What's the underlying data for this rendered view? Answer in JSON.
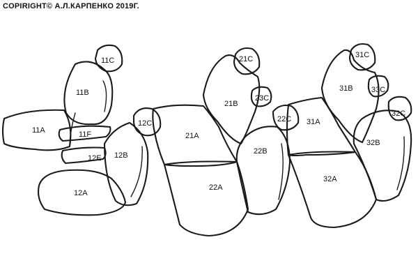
{
  "copyright": "COPIRIGHT© А.Л.КАРПЕНКО 2019Г.",
  "parts": {
    "p11C": "11C",
    "p11B": "11B",
    "p11A": "11A",
    "p11F": "11F",
    "p12E": "12E",
    "p12C": "12C",
    "p12B": "12B",
    "p12A": "12A",
    "p21C": "21C",
    "p21B": "21B",
    "p23C": "23C",
    "p22C": "22C",
    "p21A": "21A",
    "p22B": "22B",
    "p22A": "22A",
    "p31C": "31C",
    "p31B": "31B",
    "p33C": "33C",
    "p32C": "32C",
    "p31A": "31A",
    "p32B": "32B",
    "p32A": "32A"
  }
}
